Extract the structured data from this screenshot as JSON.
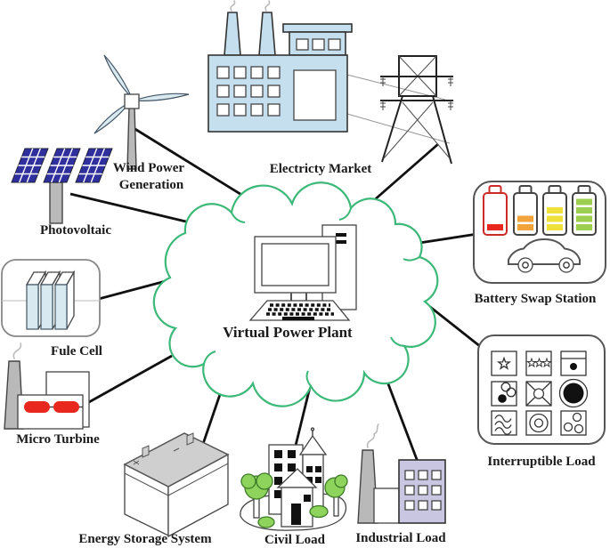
{
  "diagram": {
    "center": {
      "label": "Virtual Power Plant"
    },
    "labels": {
      "wind_line1": "Wind Power",
      "wind_line2": "Generation",
      "photovoltaic": "Photovoltaic",
      "electricity_market": "Electricty Market",
      "battery_swap_station": "Battery Swap Station",
      "fuel_cell": "Fule Cell",
      "micro_turbine": "Micro Turbine",
      "interruptible_load": "Interruptible Load",
      "energy_storage_system": "Energy Storage System",
      "civil_load": "Civil Load",
      "industrial_load": "Industrial Load"
    },
    "icons": [
      "wind-turbine-icon",
      "solar-panel-icon",
      "factory-icon",
      "transmission-tower-icon",
      "battery-swap-station-icon",
      "car-icon",
      "cloud-icon",
      "computer-icon",
      "fuel-cell-icon",
      "micro-turbine-icon",
      "energy-storage-battery-icon",
      "civil-buildings-icon",
      "industrial-factory-icon",
      "interruptible-load-grid-icon"
    ],
    "colors": {
      "cloud": "#3cb878",
      "line": "#111111",
      "wire": "#999999",
      "dark": "#333333",
      "text": "#1a1a1a",
      "light_blue": "#c6dfee",
      "pale_blue": "#d9e9f0",
      "pv_blue": "#2f2f9e",
      "gray": "#b9b9b9",
      "red": "#e8281e",
      "battery_red": "#cc2a2a",
      "orange": "#f2a33c",
      "yellow": "#f0e13a",
      "green": "#9ccf4f",
      "lavender": "#c9c6e2",
      "tree": "#8ed45c"
    }
  }
}
